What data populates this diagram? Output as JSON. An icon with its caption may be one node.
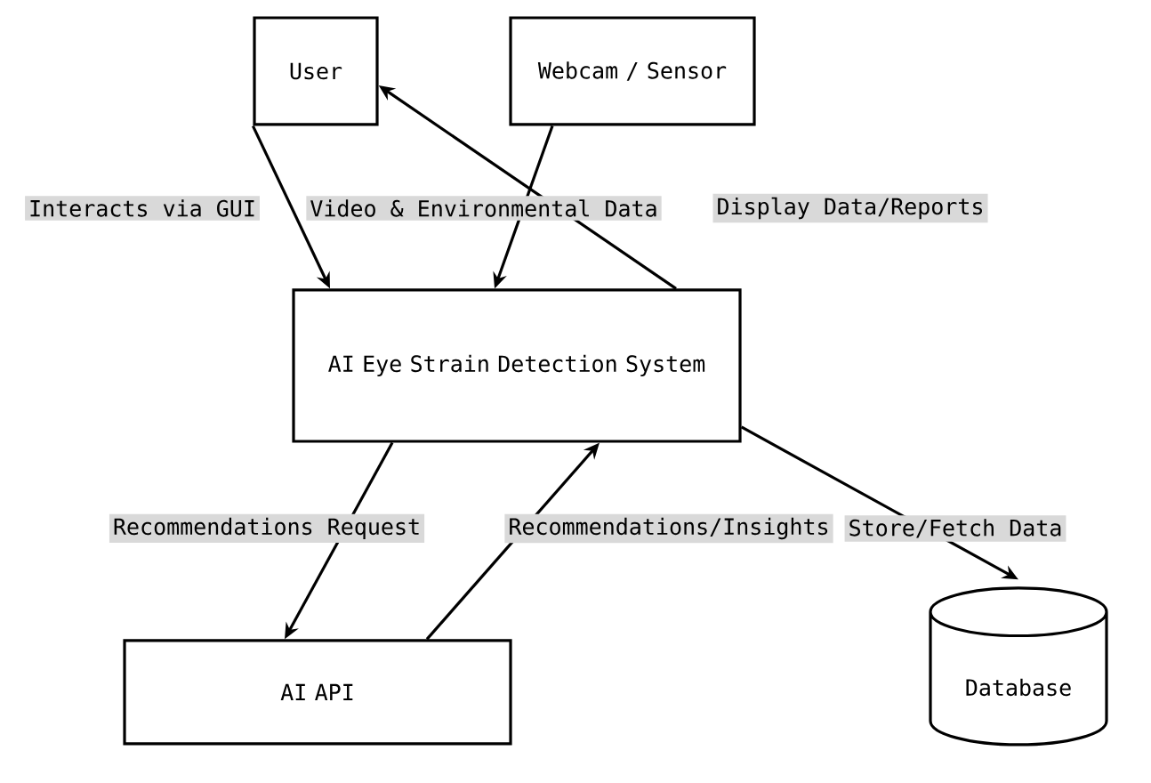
{
  "diagram": {
    "nodes": [
      {
        "text": [
          "User"
        ]
      },
      {
        "text": [
          "Webcam / Sensor"
        ]
      },
      {
        "text": [
          "AI Eye Strain Detection System"
        ]
      },
      {
        "text": [
          "AI API"
        ]
      },
      {
        "text": [
          "Database"
        ]
      }
    ],
    "edges": [
      {
        "from": 0,
        "to": 2,
        "arrow": "to",
        "label": "Interacts via GUI"
      },
      {
        "from": 1,
        "to": 2,
        "arrow": "to",
        "label": "Video & Environmental Data"
      },
      {
        "from": 2,
        "to": 0,
        "arrow": "to",
        "label": "Display Data/Reports"
      },
      {
        "from": 2,
        "to": 3,
        "arrow": "to",
        "label": "Recommendations Request"
      },
      {
        "from": 3,
        "to": 2,
        "arrow": "to",
        "label": "Recommendations/Insights"
      },
      {
        "from": 2,
        "to": 4,
        "arrow": "to",
        "label": "Store/Fetch Data"
      }
    ]
  }
}
